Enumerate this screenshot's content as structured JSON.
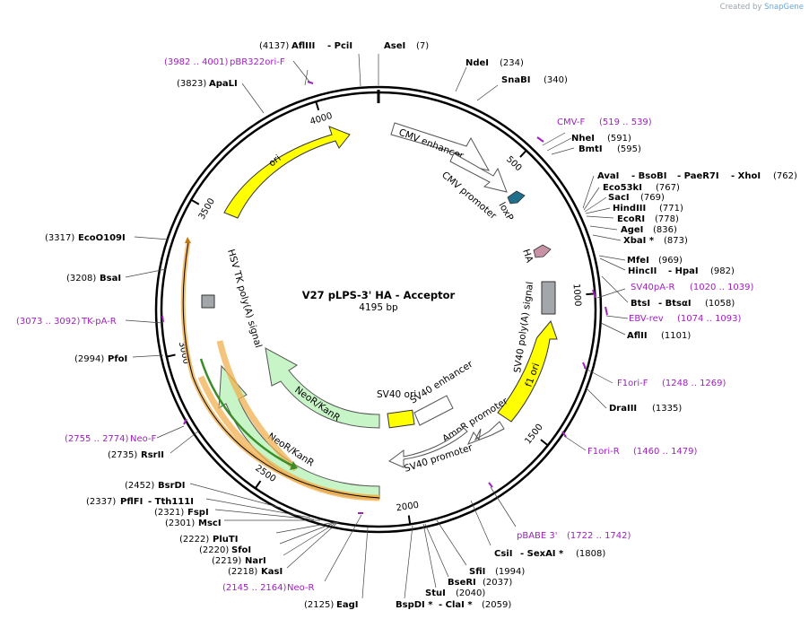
{
  "credit": {
    "prefix": "Created by",
    "brand": "SnapGene"
  },
  "title": "V27 pLPS-3' HA - Acceptor",
  "size_label": "4195 bp",
  "length": 4195,
  "ticks": [
    {
      "bp": 500,
      "label": "500"
    },
    {
      "bp": 1000,
      "label": "1000"
    },
    {
      "bp": 1500,
      "label": "1500"
    },
    {
      "bp": 2000,
      "label": "2000"
    },
    {
      "bp": 2500,
      "label": "2500"
    },
    {
      "bp": 3000,
      "label": "3000"
    },
    {
      "bp": 3500,
      "label": "3500"
    },
    {
      "bp": 4000,
      "label": "4000"
    }
  ],
  "enzymes": [
    {
      "name": "AflIII",
      "pos": "(4137)"
    },
    {
      "name": "- PciI",
      "pos": ""
    },
    {
      "name": "AseI",
      "pos": "(7)"
    },
    {
      "name": "NdeI",
      "pos": "(234)"
    },
    {
      "name": "SnaBI",
      "pos": "(340)"
    },
    {
      "name": "NheI",
      "pos": "(591)"
    },
    {
      "name": "BmtI",
      "pos": "(595)"
    },
    {
      "name": "AvaI",
      "pos": ""
    },
    {
      "name": "- BsoBI",
      "pos": ""
    },
    {
      "name": "- PaeR7I",
      "pos": ""
    },
    {
      "name": "- XhoI",
      "pos": "(762)"
    },
    {
      "name": "Eco53kI",
      "pos": "(767)"
    },
    {
      "name": "SacI",
      "pos": "(769)"
    },
    {
      "name": "HindIII",
      "pos": "(771)"
    },
    {
      "name": "EcoRI",
      "pos": "(778)"
    },
    {
      "name": "AgeI",
      "pos": "(836)"
    },
    {
      "name": "XbaI *",
      "pos": "(873)"
    },
    {
      "name": "MfeI",
      "pos": "(969)"
    },
    {
      "name": "HincII",
      "pos": ""
    },
    {
      "name": "- HpaI",
      "pos": "(982)"
    },
    {
      "name": "BtsI",
      "pos": ""
    },
    {
      "name": "- BtsαI",
      "pos": "(1058)"
    },
    {
      "name": "AflII",
      "pos": "(1101)"
    },
    {
      "name": "DraIII",
      "pos": "(1335)"
    },
    {
      "name": "CsiI",
      "pos": ""
    },
    {
      "name": "- SexAI *",
      "pos": "(1808)"
    },
    {
      "name": "SfiI",
      "pos": "(1994)"
    },
    {
      "name": "BseRI",
      "pos": "(2037)"
    },
    {
      "name": "StuI",
      "pos": "(2040)"
    },
    {
      "name": "BspDI *",
      "pos": ""
    },
    {
      "name": "- ClaI *",
      "pos": "(2059)"
    },
    {
      "name": "EagI",
      "pos": "(2125)"
    },
    {
      "name": "KasI",
      "pos": "(2218)"
    },
    {
      "name": "NarI",
      "pos": "(2219)"
    },
    {
      "name": "SfoI",
      "pos": "(2220)"
    },
    {
      "name": "PluTI",
      "pos": "(2222)"
    },
    {
      "name": "MscI",
      "pos": "(2301)"
    },
    {
      "name": "FspI",
      "pos": "(2321)"
    },
    {
      "name": "PflFI",
      "pos": ""
    },
    {
      "name": "- Tth111I",
      "pos": "(2337)"
    },
    {
      "name": "BsrDI",
      "pos": "(2452)"
    },
    {
      "name": "RsrII",
      "pos": "(2735)"
    },
    {
      "name": "PfoI",
      "pos": "(2994)"
    },
    {
      "name": "BsaI",
      "pos": "(3208)"
    },
    {
      "name": "EcoO109I",
      "pos": "(3317)"
    },
    {
      "name": "ApaLI",
      "pos": "(3823)"
    }
  ],
  "primers": [
    {
      "name": "pBR322ori-F",
      "range": "(3982 .. 4001)"
    },
    {
      "name": "CMV-F",
      "range": "(519 .. 539)"
    },
    {
      "name": "SV40pA-R",
      "range": "(1020 .. 1039)"
    },
    {
      "name": "EBV-rev",
      "range": "(1074 .. 1093)"
    },
    {
      "name": "F1ori-F",
      "range": "(1248 .. 1269)"
    },
    {
      "name": "F1ori-R",
      "range": "(1460 .. 1479)"
    },
    {
      "name": "pBABE 3'",
      "range": "(1722 .. 1742)"
    },
    {
      "name": "Neo-R",
      "range": "(2145 .. 2164)"
    },
    {
      "name": "Neo-F",
      "range": "(2755 .. 2774)"
    },
    {
      "name": "TK-pA-R",
      "range": "(3073 .. 3092)"
    }
  ],
  "features": [
    {
      "name": "CMV enhancer",
      "color": "#ffffff"
    },
    {
      "name": "CMV promoter",
      "color": "#ffffff"
    },
    {
      "name": "loxP",
      "color": "#1f6e8c"
    },
    {
      "name": "HA",
      "color": "#c792a6"
    },
    {
      "name": "SV40 poly(A) signal",
      "color": "#a3a7ab"
    },
    {
      "name": "f1 ori",
      "color": "#ffff00"
    },
    {
      "name": "AmpR promoter",
      "color": "#ffffff"
    },
    {
      "name": "SV40 promoter",
      "color": "#ffffff"
    },
    {
      "name": "SV40 ori",
      "color": "#ffff00"
    },
    {
      "name": "SV40 enhancer",
      "color": "#ffffff"
    },
    {
      "name": "NeoR/KanR",
      "color": "#c8f5c8"
    },
    {
      "name": "NeoR/KanR",
      "color": "#c8f5c8"
    },
    {
      "name": "HSV TK poly(A) signal",
      "color": "#a3a7ab"
    },
    {
      "name": "ori",
      "color": "#ffff00"
    }
  ],
  "colors": {
    "primer": "#a020c0",
    "orf_outline": "#f0b050",
    "orf_green": "#3c8c28"
  }
}
